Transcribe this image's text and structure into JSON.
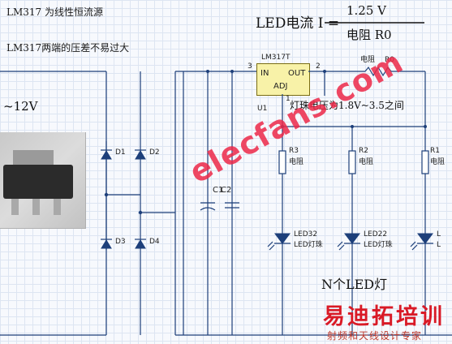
{
  "notes": {
    "line1": "LM317 为线性恒流源",
    "line2": "LM317两端的压差不易过大"
  },
  "formula": {
    "lhs": "LED电流 I  =",
    "numerator": "1.25 V",
    "denominator": "电阻 R0"
  },
  "supply_label": "~12V",
  "regulator": {
    "part": "LM317T",
    "pin_in": "IN",
    "pin_out": "OUT",
    "pin_adj": "ADJ",
    "pin3": "3",
    "pin2": "2",
    "pin1": "1",
    "ref": "U1"
  },
  "r0": {
    "label": "电阻",
    "ref": "R0"
  },
  "led_voltage_note": "灯珠电压为1.8V~3.5之间",
  "diodes": [
    "D1",
    "D2",
    "D3",
    "D4"
  ],
  "capacitors": [
    "C1",
    "C2"
  ],
  "resistors": [
    {
      "ref": "R3",
      "label": "电阻"
    },
    {
      "ref": "R2",
      "label": "电阻"
    },
    {
      "ref": "R1",
      "label": "电阻"
    }
  ],
  "leds": [
    {
      "ref": "LED32",
      "label": "LED灯珠"
    },
    {
      "ref": "LED22",
      "label": "LED灯珠"
    },
    {
      "ref": "L",
      "label": "L"
    }
  ],
  "caption": "N个LED灯",
  "watermark": "elecfans.com",
  "brand": {
    "name": "易迪拓培训",
    "tagline": "射频和天线设计专家"
  }
}
